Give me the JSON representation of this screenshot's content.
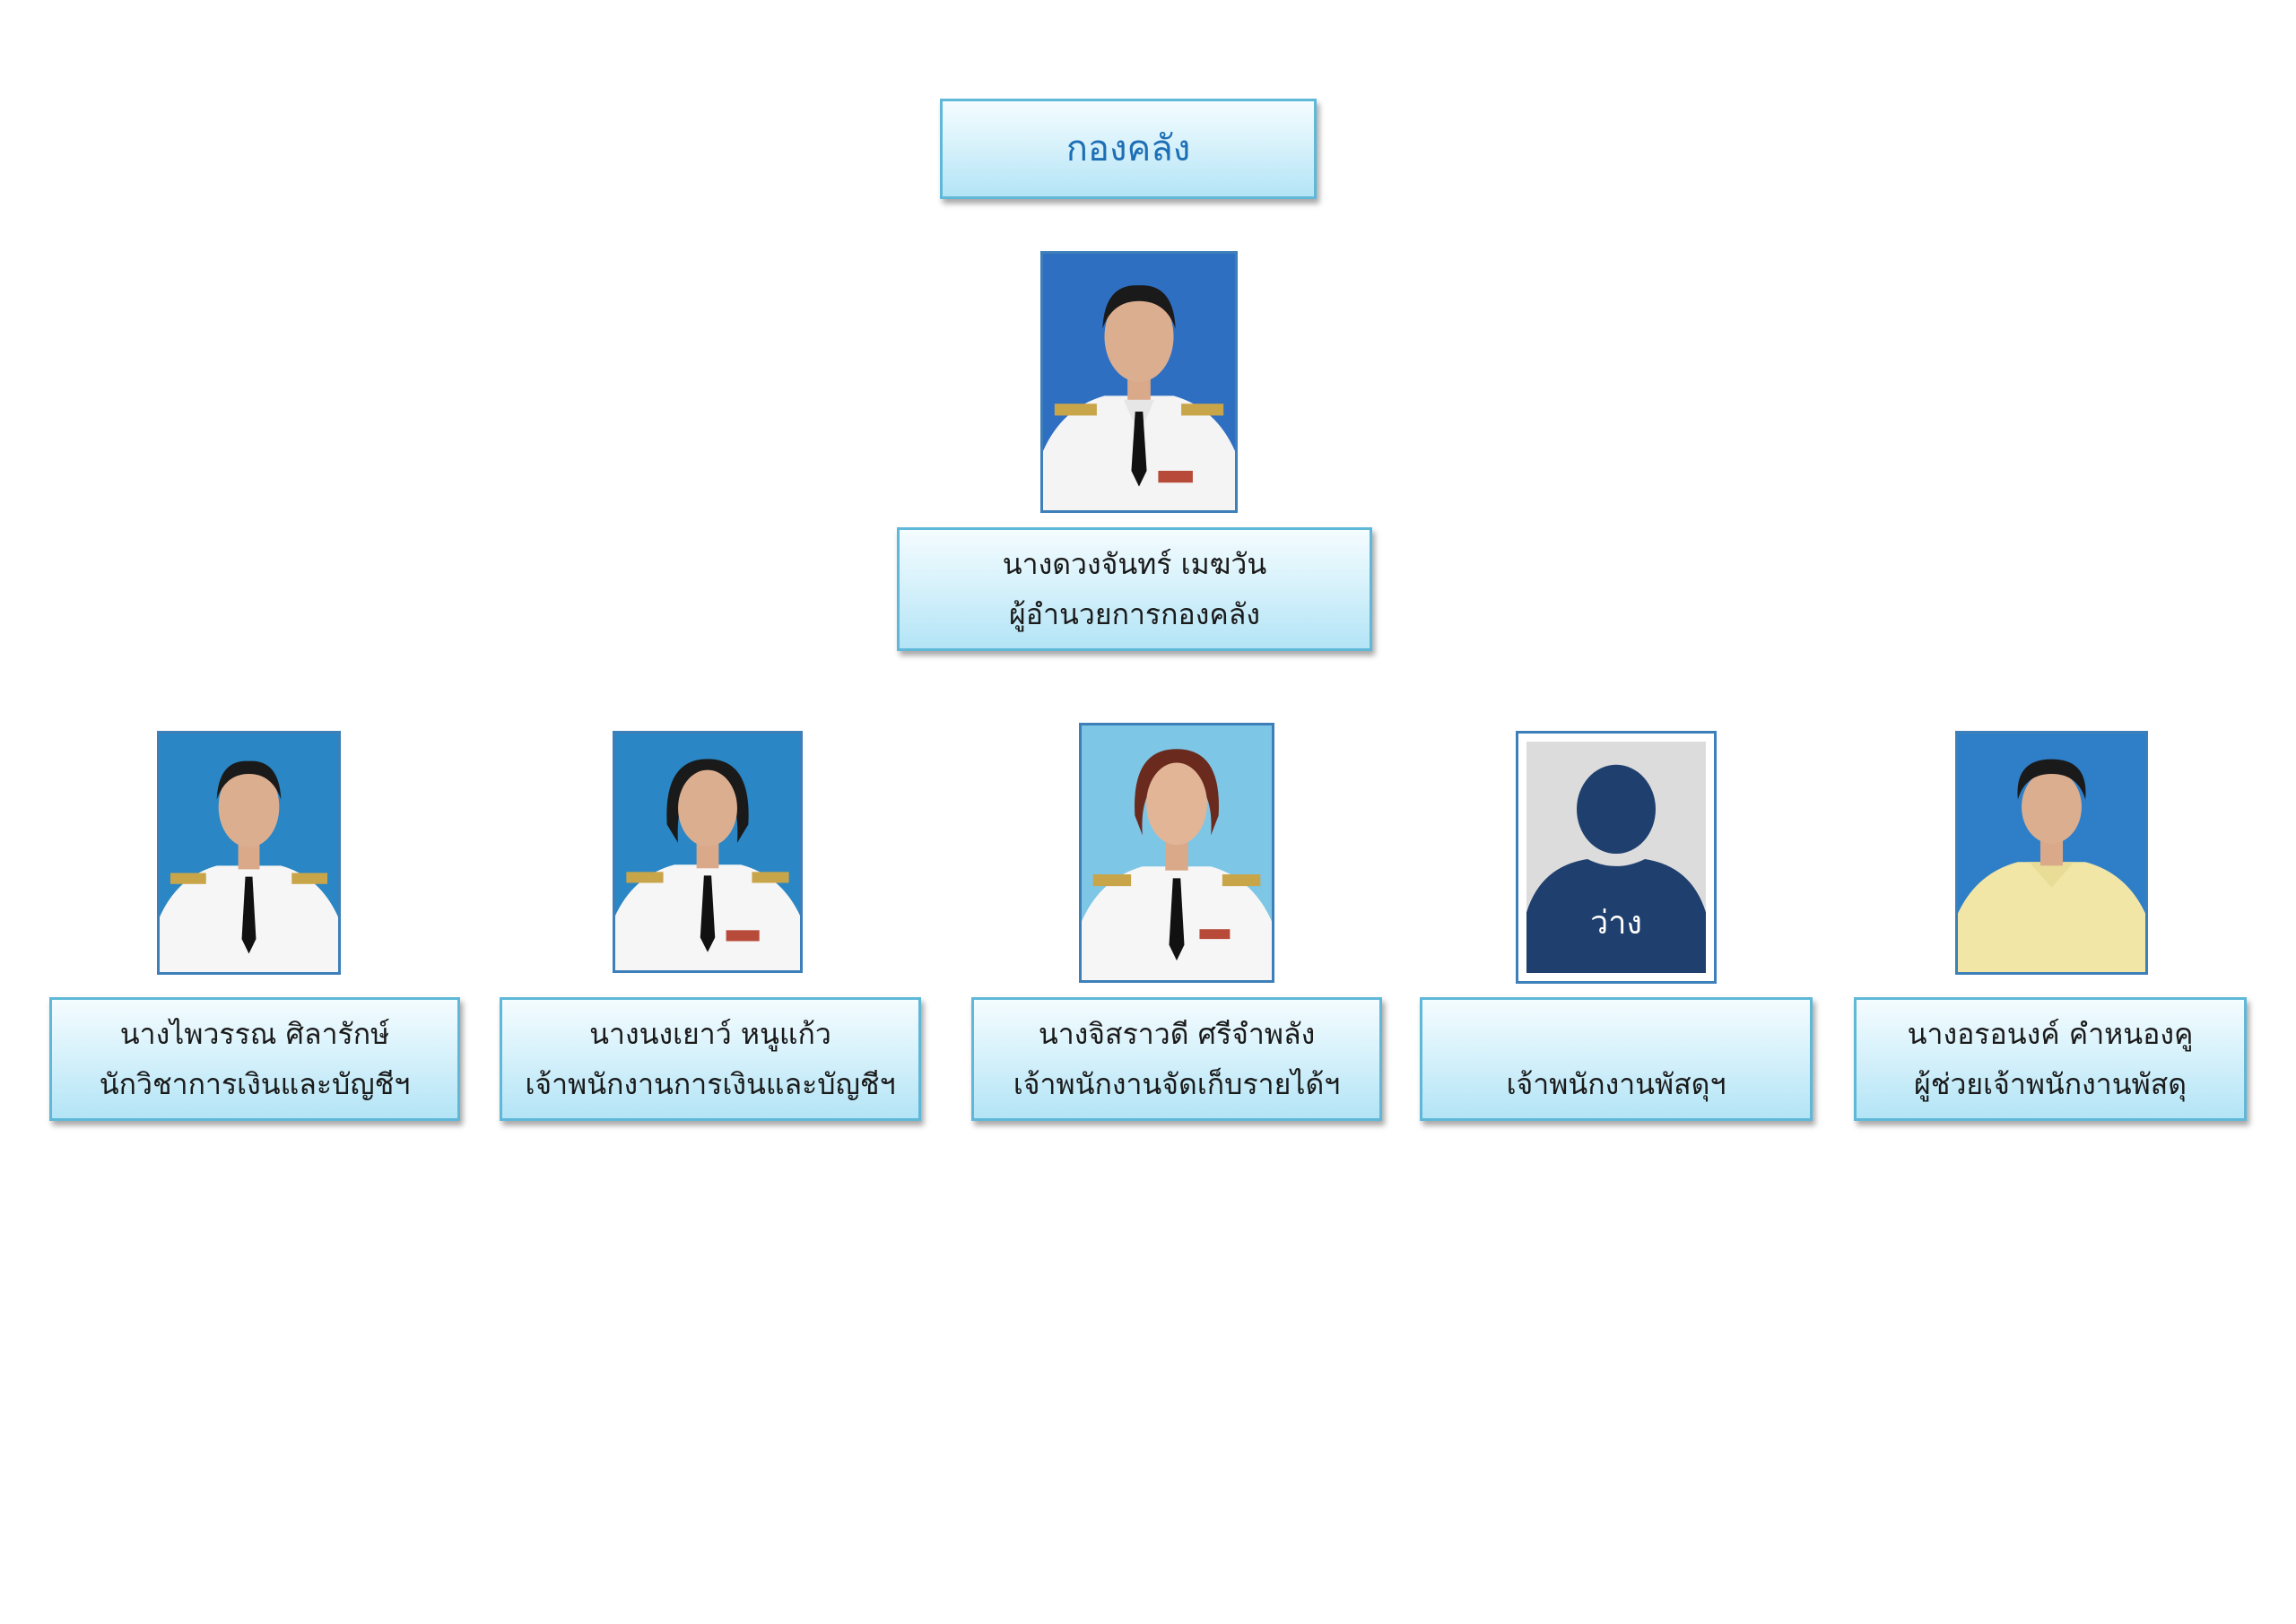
{
  "department": {
    "title": "กองคลัง"
  },
  "head": {
    "name": "นางดวงจันทร์ เมฆวัน",
    "position": "ผู้อำนวยการกองคลัง"
  },
  "staff": [
    {
      "name": "นางไพวรรณ ศิลารักษ์",
      "position": "นักวิชาการเงินและบัญชีฯ"
    },
    {
      "name": "นางนงเยาว์ หนูแก้ว",
      "position": "เจ้าพนักงานการเงินและบัญชีฯ"
    },
    {
      "name": "นางจิสราวดี ศรีจำพลัง",
      "position": "เจ้าพนักงานจัดเก็บรายได้ฯ"
    },
    {
      "name": "",
      "position": "เจ้าพนักงานพัสดุฯ",
      "vacant_label": "ว่าง"
    },
    {
      "name": "นางอรอนงค์ คำหนองคู",
      "position": "ผู้ช่วยเจ้าพนักงานพัสดุ"
    }
  ],
  "colors": {
    "box_border": "#5fb8d8",
    "box_fill_top": "#f4fcff",
    "box_fill_bottom": "#b3e4f6",
    "title_text": "#1d6fb5",
    "photo_background": "#2f7fc8",
    "vacant_silhouette": "#1f3f6e"
  }
}
